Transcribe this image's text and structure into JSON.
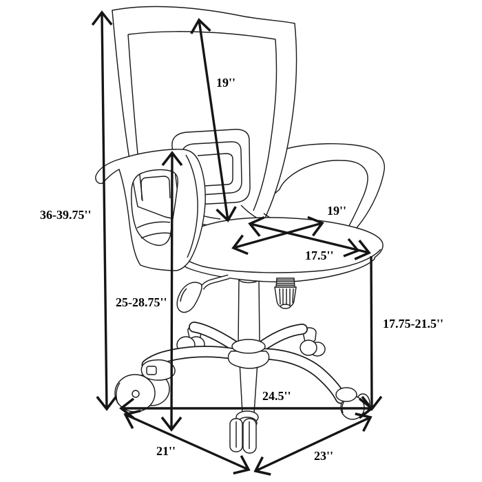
{
  "diagram": {
    "type": "product-dimension-diagram",
    "subject": "office chair line drawing with measurements",
    "line_color": "#1c1c1c",
    "background": "#ffffff",
    "dimensions": {
      "overall_height": "36-39.75''",
      "back_height": "19''",
      "seat_back_to_floor": "25-28.75''",
      "seat_width": "19''",
      "seat_depth": "17.5''",
      "seat_height": "17.75-21.5''",
      "base_width": "24.5''",
      "base_left_edge": "21''",
      "base_right_edge": "23''"
    }
  }
}
